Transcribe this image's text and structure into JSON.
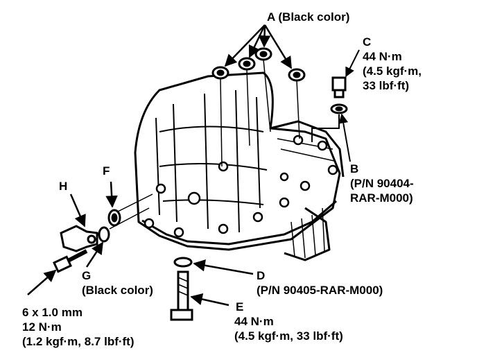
{
  "labels": {
    "A": {
      "letter": "A",
      "note": "(Black color)"
    },
    "C": {
      "letter": "C",
      "torque": "44 N·m",
      "kgf": "(4.5 kgf·m,",
      "lbf": "33 lbf·ft)"
    },
    "B": {
      "letter": "B",
      "pn1": "(P/N 90404-",
      "pn2": "RAR-M000)"
    },
    "F": {
      "letter": "F"
    },
    "H": {
      "letter": "H"
    },
    "G": {
      "letter": "G",
      "note": "(Black color)"
    },
    "D": {
      "letter": "D",
      "pn": "(P/N 90405-RAR-M000)"
    },
    "E": {
      "letter": "E",
      "torque": "44 N·m",
      "detail": "(4.5 kgf·m, 33 lbf·ft)"
    },
    "bolt": {
      "size": "6 x 1.0 mm",
      "torque": "12 N·m",
      "detail": "(1.2 kgf·m, 8.7 lbf·ft)"
    }
  },
  "colors": {
    "ink": "#000000",
    "paper": "#ffffff"
  },
  "icons": [
    "transmission-case-illustration",
    "washer-icon",
    "bolt-icon",
    "sensor-icon",
    "arrow-icon"
  ]
}
